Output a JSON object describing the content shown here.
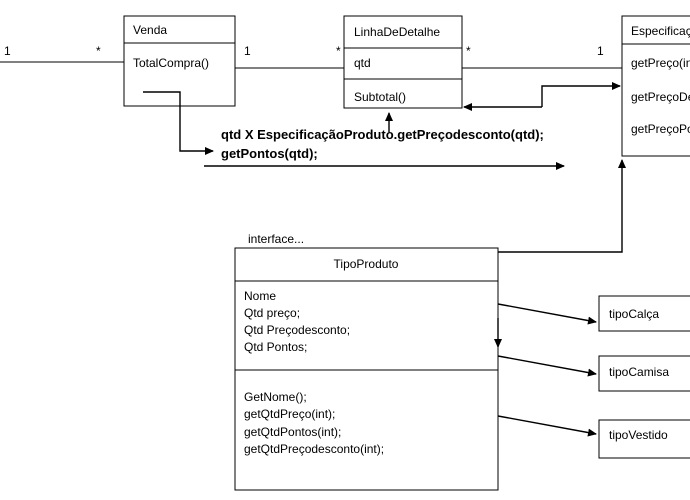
{
  "classes": {
    "venda": {
      "name": "Venda",
      "methods": [
        "TotalCompra()"
      ]
    },
    "linha": {
      "name": "LinhaDeDetalhe",
      "attributes": [
        "qtd"
      ],
      "methods": [
        "Subtotal()"
      ]
    },
    "especificacao": {
      "name": "EspecificaçãoProduto",
      "methods": [
        "getPreço(int)",
        "getPreçoDesconto(int)",
        "getPreçoPontos(int)"
      ]
    },
    "tipoproduto": {
      "stereotype": "interface...",
      "name": "TipoProduto",
      "attributes": [
        "Nome",
        "Qtd preço;",
        "Qtd Preçodesconto;",
        "Qtd Pontos;"
      ],
      "methods": [
        "GetNome();",
        "getQtdPreço(int);",
        "getQtdPontos(int);",
        "getQtdPreçodesconto(int);"
      ]
    },
    "tipocalca": {
      "name": "tipoCalça"
    },
    "tipocamisa": {
      "name": "tipoCamisa"
    },
    "tipovestido": {
      "name": "tipoVestido"
    }
  },
  "multiplicities": {
    "left_of_venda": "1",
    "venda_left": "*",
    "venda_right": "1",
    "linha_left": "*",
    "linha_right": "*",
    "especificacao_left": "1"
  },
  "note": {
    "line1": "qtd X EspecificaçãoProduto.getPreçodesconto(qtd);",
    "line2": "getPontos(qtd);"
  }
}
